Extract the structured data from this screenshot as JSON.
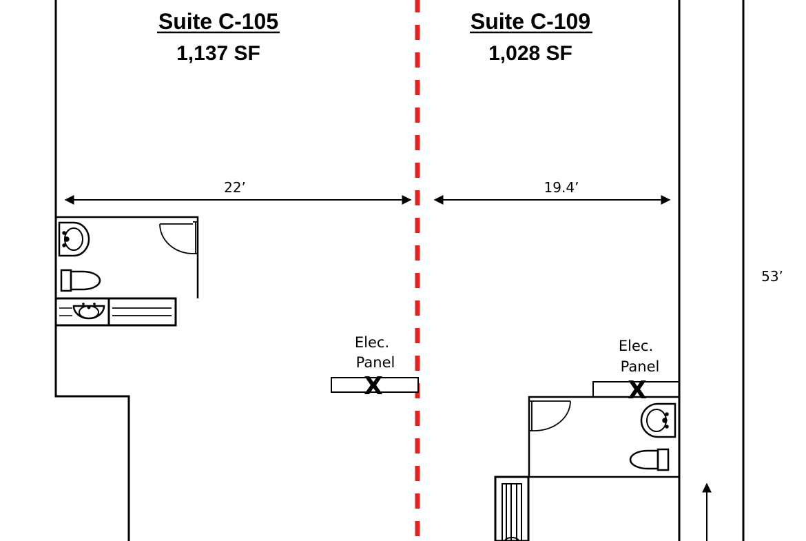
{
  "suites": [
    {
      "name": "Suite C-105",
      "area": "1,137 SF",
      "width_label": "22’"
    },
    {
      "name": "Suite C-109",
      "area": "1,028 SF",
      "width_label": "19.4’"
    }
  ],
  "depth_label": "53’",
  "elec_panels": [
    {
      "line1": "Elec.",
      "line2": "Panel",
      "mark": "X"
    },
    {
      "line1": "Elec.",
      "line2": "Panel",
      "mark": "X"
    }
  ],
  "colors": {
    "wall": "#000000",
    "demising_line": "#e02424",
    "background": "#ffffff"
  },
  "icons": [
    "sink-icon",
    "toilet-icon",
    "door-swing-icon",
    "stair-icon",
    "arrow-up-icon"
  ]
}
